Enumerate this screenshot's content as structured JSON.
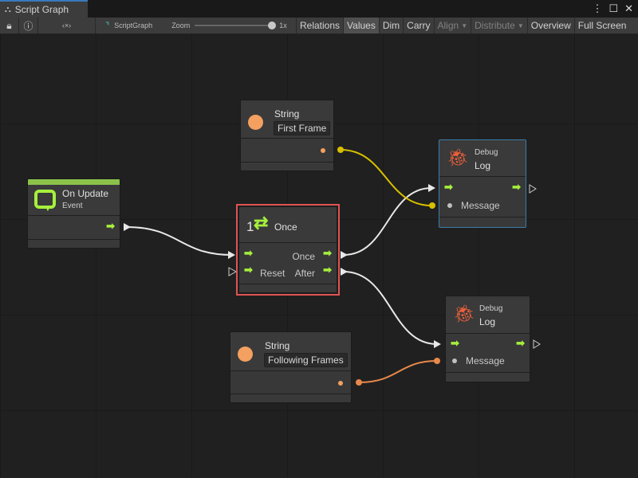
{
  "window": {
    "title": "Script Graph",
    "menu_icon": "kebab-icon",
    "max_icon": "maximize-icon",
    "close_icon": "close-icon"
  },
  "toolbar": {
    "graph_name": "ScriptGraph",
    "zoom_label": "Zoom",
    "zoom_value": "1x",
    "zoom_level": 1,
    "buttons": [
      "Relations",
      "Values",
      "Dim",
      "Carry",
      "Align",
      "Distribute",
      "Overview",
      "Full Screen"
    ]
  },
  "nodes": {
    "string1": {
      "title": "String",
      "value": "First Frame"
    },
    "on_update": {
      "title": "On Update",
      "subtitle": "Event",
      "accent": "#8bc34a"
    },
    "once": {
      "title": "Once",
      "icon_number": "1",
      "out_once": "Once",
      "in_reset": "Reset",
      "out_after": "After",
      "highlight": "#e05252"
    },
    "debug1": {
      "category": "Debug",
      "title": "Log",
      "port": "Message"
    },
    "debug2": {
      "category": "Debug",
      "title": "Log",
      "port": "Message"
    },
    "string2": {
      "title": "String",
      "value": "Following Frames"
    }
  },
  "colors": {
    "flow": "#a6f03c",
    "string_yellow": "#d8c000",
    "string_orange": "#e8884a",
    "bug": "#f0603a"
  }
}
